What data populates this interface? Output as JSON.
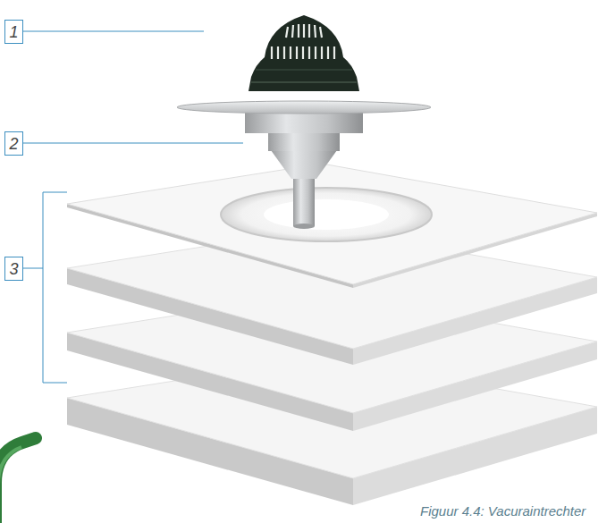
{
  "diagram": {
    "caption": "Figuur 4.4: Vacuraintrechter",
    "nodes": [
      {
        "text": [
          "1"
        ]
      },
      {
        "text": [
          "2"
        ]
      },
      {
        "text": [
          "3"
        ]
      }
    ]
  }
}
